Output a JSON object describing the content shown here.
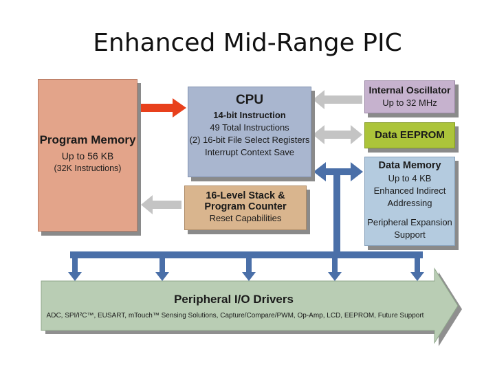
{
  "title": "Enhanced Mid-Range PIC",
  "program_memory": {
    "heading": "Program Memory",
    "size": "Up to 56 KB",
    "instructions": "(32K Instructions)"
  },
  "cpu": {
    "heading": "CPU",
    "line1": "14-bit Instruction",
    "line2": "49 Total Instructions",
    "line3": "(2) 16-bit File Select Registers",
    "line4": "Interrupt Context Save"
  },
  "stack": {
    "heading_line1": "16-Level Stack &",
    "heading_line2": "Program Counter",
    "line1": "Reset Capabilities"
  },
  "oscillator": {
    "heading": "Internal Oscillator",
    "line1": "Up to 32 MHz"
  },
  "eeprom": {
    "heading": "Data EEPROM"
  },
  "data_memory": {
    "heading": "Data Memory",
    "line1": "Up to 4 KB",
    "line2": "Enhanced Indirect",
    "line3": "Addressing",
    "line4": "Peripheral Expansion",
    "line5": "Support"
  },
  "peripheral": {
    "heading": "Peripheral I/O Drivers",
    "subtitle": "ADC, SPI/I²C™, EUSART, mTouch™ Sensing Solutions, Capture/Compare/PWM, Op-Amp, LCD, EEPROM, Future Support"
  },
  "colors": {
    "program_memory": "#e3a48a",
    "cpu": "#a9b6cf",
    "stack": "#d9b58e",
    "oscillator": "#c6b2ce",
    "eeprom": "#acc43a",
    "data_memory": "#b4cbdf",
    "peripheral_bus": "#b9cdb4",
    "bus_arrows": "#4a6fa8",
    "program_arrow": "#e8401c",
    "grey_arrows": "#c4c4c4"
  }
}
